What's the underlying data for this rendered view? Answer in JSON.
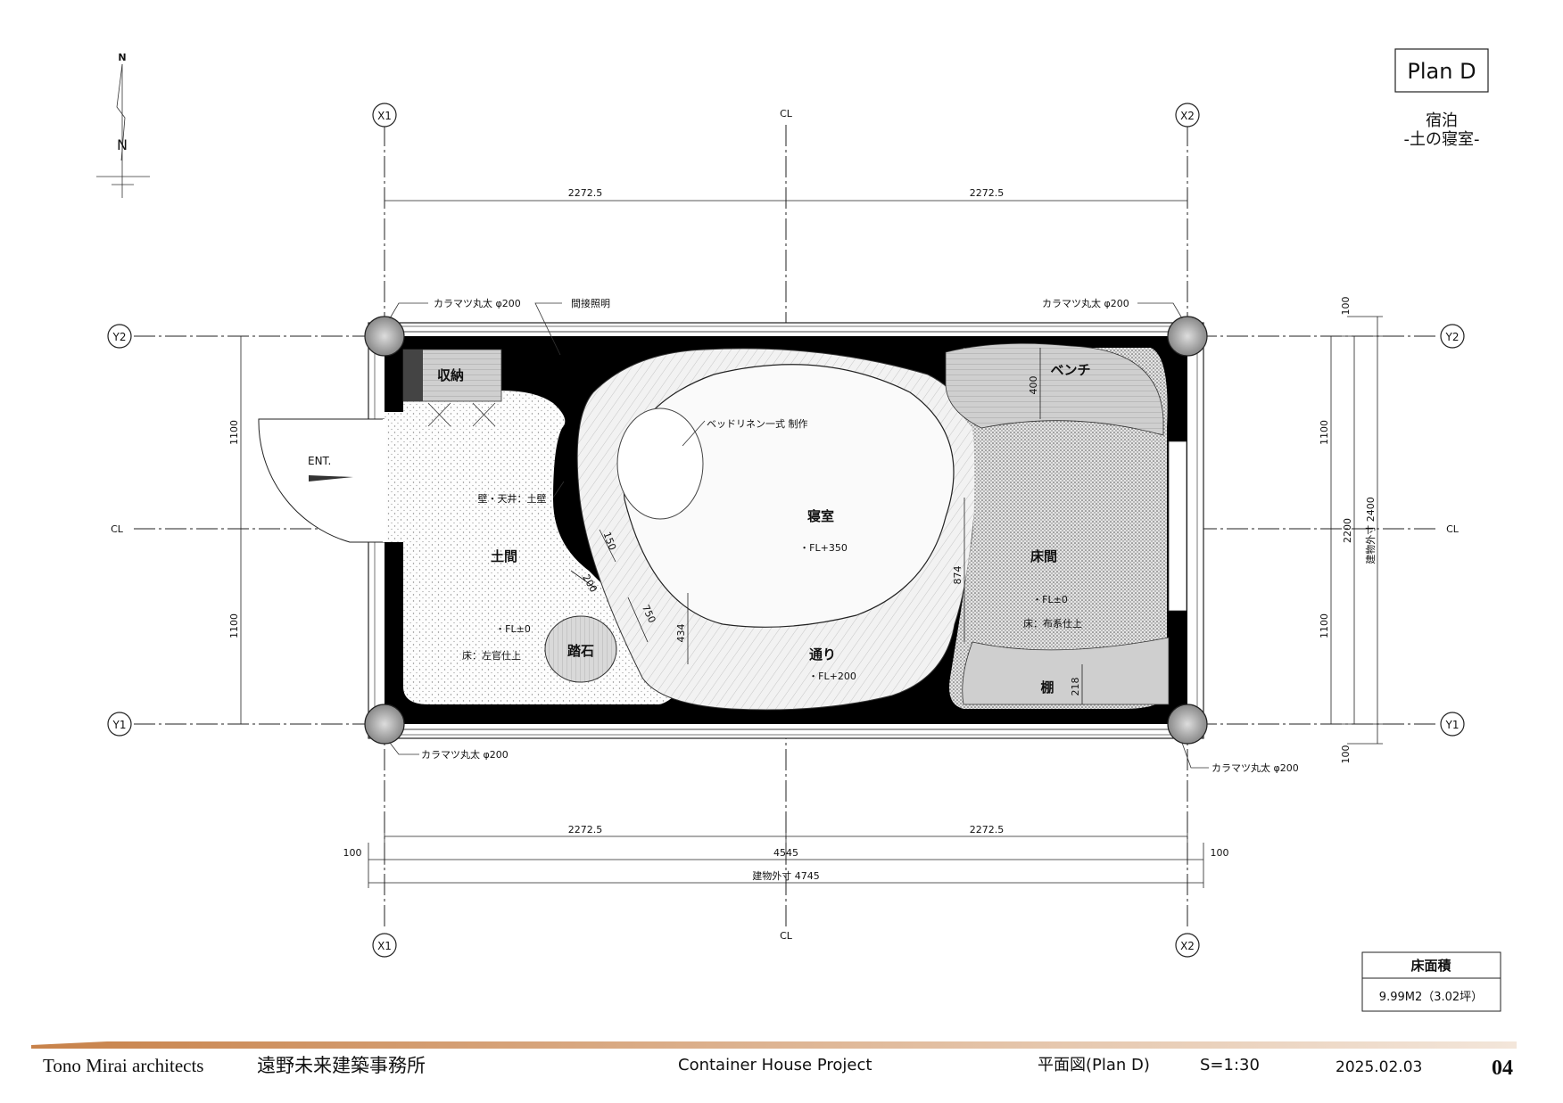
{
  "plan_box": {
    "title": "Plan D"
  },
  "plan_subtitle": {
    "line1": "宿泊",
    "line2": "-土の寝室-"
  },
  "north": {
    "label1": "N",
    "label2": "N"
  },
  "grid": {
    "x1": "X1",
    "x2": "X2",
    "y1": "Y1",
    "y2": "Y2",
    "cl": "CL"
  },
  "dims": {
    "top_left": "2272.5",
    "top_right": "2272.5",
    "bottom_left": "2272.5",
    "bottom_right": "2272.5",
    "bottom_total": "4545",
    "bottom_left_offset": "100",
    "bottom_right_offset": "100",
    "bottom_exterior": "建物外寸  4745",
    "left_upper": "1100",
    "left_lower": "1100",
    "right_upper": "1100",
    "right_lower": "1100",
    "right_top_offset": "100",
    "right_bottom_offset": "100",
    "right_inner": "2200",
    "right_exterior": "建物外寸  2400",
    "bench_depth": "400",
    "shelf_depth": "218",
    "bed_gap": "874",
    "step_150": "150",
    "step_200": "200",
    "step_750": "750",
    "step_434": "434"
  },
  "labels": {
    "log_top_left": "カラマツ丸太 φ200",
    "log_top_right": "カラマツ丸太 φ200",
    "log_bottom_left": "カラマツ丸太 φ200",
    "log_bottom_right": "カラマツ丸太 φ200",
    "indirect_light": "間接照明",
    "storage": "収納",
    "entrance": "ENT.",
    "wall_finish": "壁・天井：土壁",
    "doma": "土間",
    "doma_fl": "・FL±0",
    "doma_floor": "床：左官仕上",
    "stepping_stone": "踏石",
    "bed_linen": "ベッドリネン一式  制作",
    "bedroom": "寝室",
    "bedroom_fl": "・FL+350",
    "passage": "通り",
    "passage_fl": "・FL+200",
    "bench": "ベンチ",
    "yukama": "床間",
    "yukama_fl": "・FL±0",
    "yukama_floor": "床：布系仕上",
    "shelf": "棚"
  },
  "area_table": {
    "header": "床面積",
    "value": "9.99M2（3.02坪）"
  },
  "footer": {
    "office_en": "Tono Mirai architects",
    "office_jp": "遠野未来建築事務所",
    "project": "Container House Project",
    "drawing": "平面図(Plan D)",
    "scale": "S=1:30",
    "date": "2025.02.03",
    "sheet_no": "04"
  },
  "colors": {
    "wall": "#000000",
    "rule_start": "#c8824a",
    "rule_end": "#f3e6da"
  }
}
